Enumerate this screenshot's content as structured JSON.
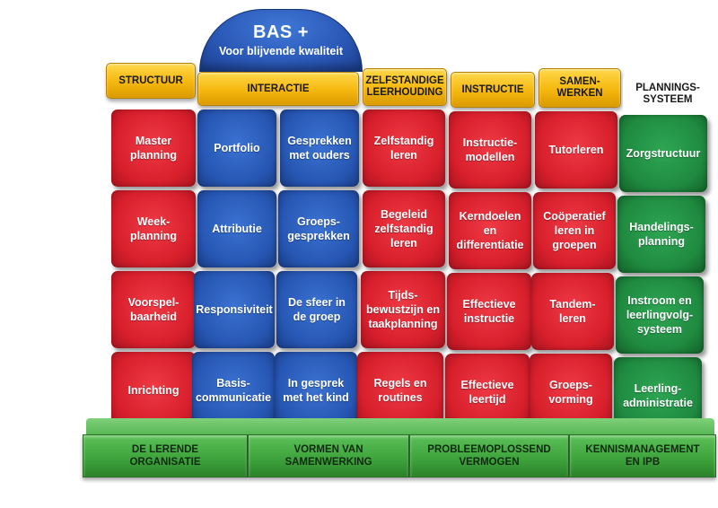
{
  "top": {
    "title": "BAS +",
    "subtitle": "Voor blijvende kwaliteit"
  },
  "headers": {
    "structuur": "STRUCTUUR",
    "interactie": "INTERACTIE",
    "zelfstandige": "ZELFSTANDIGE\nLEERHOUDING",
    "instructie": "INSTRUCTIE",
    "samenwerken": "SAMEN-\nWERKEN",
    "planningssysteem": "PLANNINGS-\nSYSTEEM"
  },
  "blocks": {
    "structuur": [
      "Master\nplanning",
      "Week-\nplanning",
      "Voorspel-\nbaarheid",
      "Inrichting"
    ],
    "interactie_a": [
      "Portfolio",
      "Attributie",
      "Responsiviteit",
      "Basis-\ncommunicatie"
    ],
    "interactie_b": [
      "Gesprekken\nmet ouders",
      "Groeps-\ngesprekken",
      "De sfeer in\nde groep",
      "In gesprek\nmet het kind"
    ],
    "zelfstandige": [
      "Zelfstandig\nleren",
      "Begeleid\nzelfstandig\nleren",
      "Tijds-\nbewustzijn en\ntaakplanning",
      "Regels en\nroutines"
    ],
    "instructie": [
      "Instructie-\nmodellen",
      "Kerndoelen\nen\ndifferentiatie",
      "Effectieve\ninstructie",
      "Effectieve\nleertijd"
    ],
    "samenwerken": [
      "Tutorleren",
      "Coöperatief\nleren in\ngroepen",
      "Tandem-\nleren",
      "Groeps-\nvorming"
    ],
    "planningssysteem": [
      "Zorgstructuur",
      "Handelings-\nplanning",
      "Instroom en\nleerlingvolg-\nsysteem",
      "Leerling-\nadministratie"
    ]
  },
  "foundation": [
    "DE LERENDE\nORGANISATIE",
    "VORMEN VAN\nSAMENWERKING",
    "PROBLEEMOPLOSSEND\nVERMOGEN",
    "KENNISMANAGEMENT\nEN IPB"
  ],
  "colors": {
    "red": "#d81f2c",
    "blue": "#2757b4",
    "green": "#1f8a40",
    "yellow": "#f5b70e"
  }
}
